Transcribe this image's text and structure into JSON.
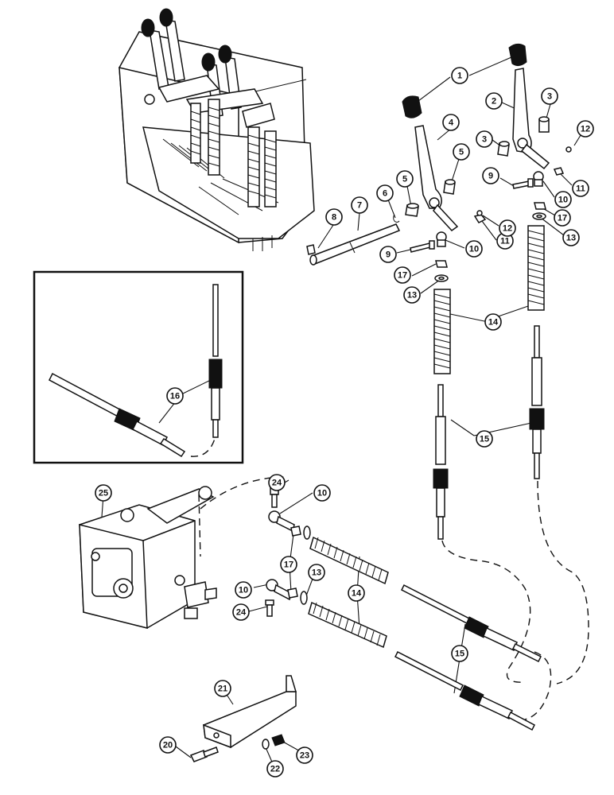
{
  "callouts": [
    {
      "id": "c1a",
      "label": "1"
    },
    {
      "id": "c2",
      "label": "2"
    },
    {
      "id": "c3a",
      "label": "3"
    },
    {
      "id": "c3b",
      "label": "3"
    },
    {
      "id": "c4",
      "label": "4"
    },
    {
      "id": "c5a",
      "label": "5"
    },
    {
      "id": "c5b",
      "label": "5"
    },
    {
      "id": "c6",
      "label": "6"
    },
    {
      "id": "c7",
      "label": "7"
    },
    {
      "id": "c8",
      "label": "8"
    },
    {
      "id": "c9a",
      "label": "9"
    },
    {
      "id": "c9b",
      "label": "9"
    },
    {
      "id": "c10a",
      "label": "10"
    },
    {
      "id": "c10b",
      "label": "10"
    },
    {
      "id": "c10c",
      "label": "10"
    },
    {
      "id": "c10d",
      "label": "10"
    },
    {
      "id": "c11a",
      "label": "11"
    },
    {
      "id": "c11b",
      "label": "11"
    },
    {
      "id": "c12a",
      "label": "12"
    },
    {
      "id": "c12b",
      "label": "12"
    },
    {
      "id": "c13a",
      "label": "13"
    },
    {
      "id": "c13b",
      "label": "13"
    },
    {
      "id": "c13c",
      "label": "13"
    },
    {
      "id": "c14a",
      "label": "14"
    },
    {
      "id": "c14b",
      "label": "14"
    },
    {
      "id": "c15a",
      "label": "15"
    },
    {
      "id": "c15b",
      "label": "15"
    },
    {
      "id": "c16",
      "label": "16"
    },
    {
      "id": "c17a",
      "label": "17"
    },
    {
      "id": "c17b",
      "label": "17"
    },
    {
      "id": "c17c",
      "label": "17"
    },
    {
      "id": "c20",
      "label": "20"
    },
    {
      "id": "c21",
      "label": "21"
    },
    {
      "id": "c22",
      "label": "22"
    },
    {
      "id": "c23",
      "label": "23"
    },
    {
      "id": "c24a",
      "label": "24"
    },
    {
      "id": "c24b",
      "label": "24"
    },
    {
      "id": "c25",
      "label": "25"
    }
  ]
}
